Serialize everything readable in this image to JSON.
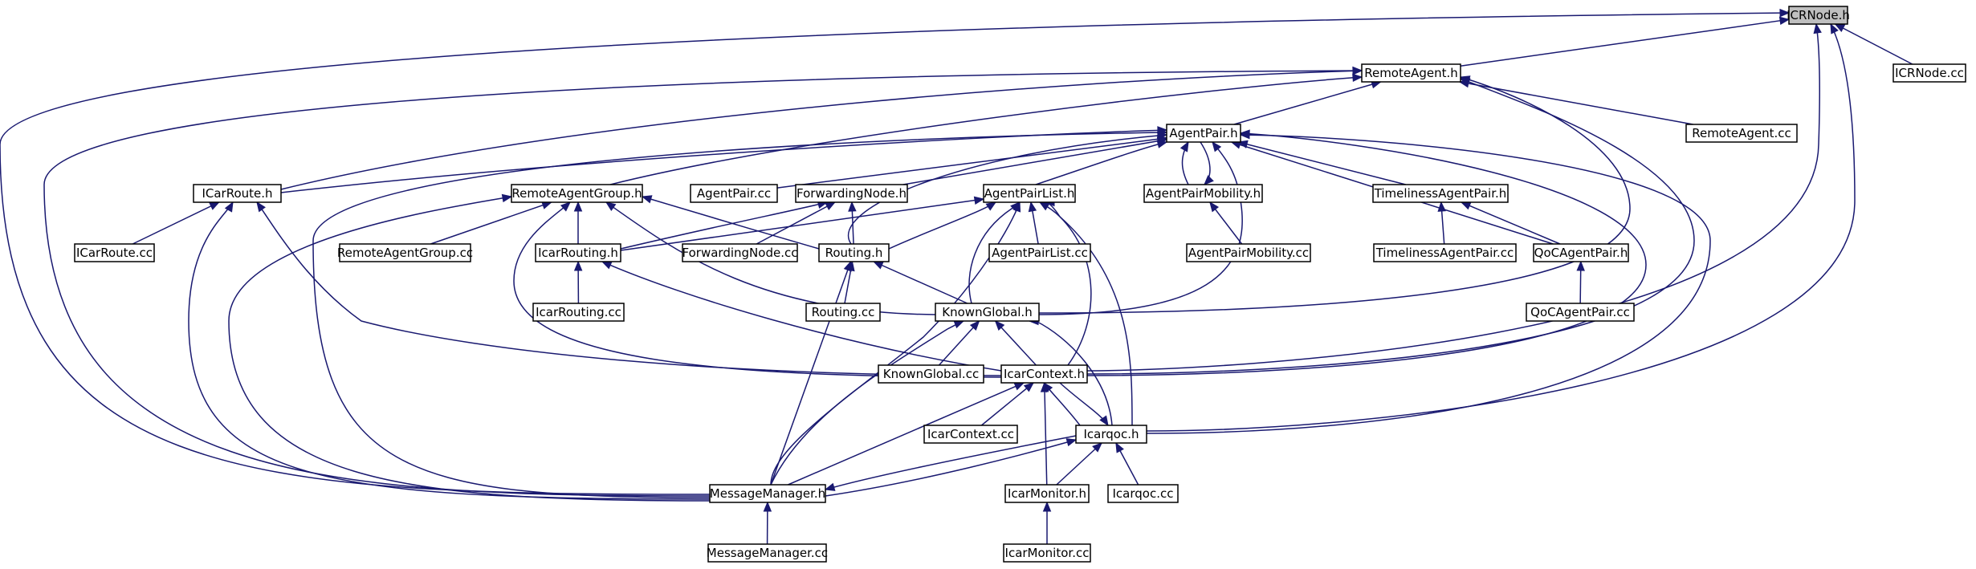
{
  "diagram": {
    "colors": {
      "edge": "#191970",
      "node_border": "#000000",
      "root_fill": "#bfbfbf",
      "node_fill": "#ffffff"
    },
    "nodes": [
      {
        "id": "icrnode_h",
        "label": "ICRNode.h",
        "root": true
      },
      {
        "id": "remoteagent_h",
        "label": "RemoteAgent.h"
      },
      {
        "id": "icrnode_cc",
        "label": "ICRNode.cc"
      },
      {
        "id": "agentpair_h",
        "label": "AgentPair.h"
      },
      {
        "id": "remoteagent_cc",
        "label": "RemoteAgent.cc"
      },
      {
        "id": "icarroute_h",
        "label": "ICarRoute.h"
      },
      {
        "id": "remoteagentgroup_h",
        "label": "RemoteAgentGroup.h"
      },
      {
        "id": "agentpair_cc",
        "label": "AgentPair.cc"
      },
      {
        "id": "forwardingnode_h",
        "label": "ForwardingNode.h"
      },
      {
        "id": "agentpairlist_h",
        "label": "AgentPairList.h"
      },
      {
        "id": "agentpairmobility_h",
        "label": "AgentPairMobility.h"
      },
      {
        "id": "timelinessagentpair_h",
        "label": "TimelinessAgentPair.h"
      },
      {
        "id": "icarroute_cc",
        "label": "ICarRoute.cc"
      },
      {
        "id": "remoteagentgroup_cc",
        "label": "RemoteAgentGroup.cc"
      },
      {
        "id": "icarrouting_h",
        "label": "IcarRouting.h"
      },
      {
        "id": "forwardingnode_cc",
        "label": "ForwardingNode.cc"
      },
      {
        "id": "routing_h",
        "label": "Routing.h"
      },
      {
        "id": "agentpairlist_cc",
        "label": "AgentPairList.cc"
      },
      {
        "id": "agentpairmobility_cc",
        "label": "AgentPairMobility.cc"
      },
      {
        "id": "timelinessagentpair_cc",
        "label": "TimelinessAgentPair.cc"
      },
      {
        "id": "qocagentpair_h",
        "label": "QoCAgentPair.h"
      },
      {
        "id": "icarrouting_cc",
        "label": "IcarRouting.cc"
      },
      {
        "id": "routing_cc",
        "label": "Routing.cc"
      },
      {
        "id": "knownglobal_h",
        "label": "KnownGlobal.h"
      },
      {
        "id": "qocagentpair_cc",
        "label": "QoCAgentPair.cc"
      },
      {
        "id": "knownglobal_cc",
        "label": "KnownGlobal.cc"
      },
      {
        "id": "icarcontext_h",
        "label": "IcarContext.h"
      },
      {
        "id": "icarcontext_cc",
        "label": "IcarContext.cc"
      },
      {
        "id": "icarqoc_h",
        "label": "Icarqoc.h"
      },
      {
        "id": "messagemanager_h",
        "label": "MessageManager.h"
      },
      {
        "id": "icarmonitor_h",
        "label": "IcarMonitor.h"
      },
      {
        "id": "icarqoc_cc",
        "label": "Icarqoc.cc"
      },
      {
        "id": "messagemanager_cc",
        "label": "MessageManager.cc"
      },
      {
        "id": "icarmonitor_cc",
        "label": "IcarMonitor.cc"
      }
    ],
    "edges": [
      [
        "remoteagent_h",
        "icrnode_h"
      ],
      [
        "icrnode_cc",
        "icrnode_h"
      ],
      [
        "icarcontext_h",
        "icrnode_h"
      ],
      [
        "icarqoc_h",
        "icrnode_h"
      ],
      [
        "messagemanager_h",
        "icrnode_h"
      ],
      [
        "agentpair_h",
        "remoteagent_h"
      ],
      [
        "remoteagent_cc",
        "remoteagent_h"
      ],
      [
        "icarroute_h",
        "remoteagent_h"
      ],
      [
        "remoteagentgroup_h",
        "remoteagent_h"
      ],
      [
        "messagemanager_h",
        "remoteagent_h"
      ],
      [
        "knownglobal_h",
        "remoteagent_h"
      ],
      [
        "icarcontext_h",
        "remoteagent_h"
      ],
      [
        "icarroute_h",
        "agentpair_h"
      ],
      [
        "agentpair_cc",
        "agentpair_h"
      ],
      [
        "forwardingnode_h",
        "agentpair_h"
      ],
      [
        "agentpairlist_h",
        "agentpair_h"
      ],
      [
        "agentpairmobility_h",
        "agentpair_h"
      ],
      [
        "agentpair_h",
        "agentpairmobility_h"
      ],
      [
        "timelinessagentpair_h",
        "agentpair_h"
      ],
      [
        "qocagentpair_h",
        "agentpair_h"
      ],
      [
        "routing_h",
        "agentpair_h"
      ],
      [
        "knownglobal_h",
        "agentpair_h"
      ],
      [
        "icarcontext_h",
        "agentpair_h"
      ],
      [
        "icarqoc_h",
        "agentpair_h"
      ],
      [
        "messagemanager_h",
        "agentpair_h"
      ],
      [
        "icarroute_cc",
        "icarroute_h"
      ],
      [
        "messagemanager_h",
        "icarroute_h"
      ],
      [
        "icarcontext_h",
        "icarroute_h"
      ],
      [
        "remoteagentgroup_cc",
        "remoteagentgroup_h"
      ],
      [
        "icarrouting_h",
        "remoteagentgroup_h"
      ],
      [
        "routing_h",
        "remoteagentgroup_h"
      ],
      [
        "knownglobal_h",
        "remoteagentgroup_h"
      ],
      [
        "icarcontext_h",
        "remoteagentgroup_h"
      ],
      [
        "messagemanager_h",
        "remoteagentgroup_h"
      ],
      [
        "forwardingnode_cc",
        "forwardingnode_h"
      ],
      [
        "routing_h",
        "forwardingnode_h"
      ],
      [
        "icarrouting_h",
        "forwardingnode_h"
      ],
      [
        "agentpairlist_cc",
        "agentpairlist_h"
      ],
      [
        "routing_h",
        "agentpairlist_h"
      ],
      [
        "icarrouting_h",
        "agentpairlist_h"
      ],
      [
        "knownglobal_h",
        "agentpairlist_h"
      ],
      [
        "icarcontext_h",
        "agentpairlist_h"
      ],
      [
        "icarqoc_h",
        "agentpairlist_h"
      ],
      [
        "messagemanager_h",
        "agentpairlist_h"
      ],
      [
        "agentpairmobility_cc",
        "agentpairmobility_h"
      ],
      [
        "timelinessagentpair_cc",
        "timelinessagentpair_h"
      ],
      [
        "qocagentpair_h",
        "timelinessagentpair_h"
      ],
      [
        "qocagentpair_cc",
        "qocagentpair_h"
      ],
      [
        "icarrouting_cc",
        "icarrouting_h"
      ],
      [
        "icarcontext_h",
        "icarrouting_h"
      ],
      [
        "routing_cc",
        "routing_h"
      ],
      [
        "knownglobal_h",
        "routing_h"
      ],
      [
        "messagemanager_h",
        "routing_h"
      ],
      [
        "knownglobal_cc",
        "knownglobal_h"
      ],
      [
        "icarcontext_h",
        "knownglobal_h"
      ],
      [
        "icarqoc_h",
        "knownglobal_h"
      ],
      [
        "messagemanager_h",
        "knownglobal_h"
      ],
      [
        "icarcontext_cc",
        "icarcontext_h"
      ],
      [
        "icarqoc_h",
        "icarcontext_h"
      ],
      [
        "icarcontext_h",
        "icarqoc_h"
      ],
      [
        "icarmonitor_h",
        "icarcontext_h"
      ],
      [
        "messagemanager_h",
        "icarcontext_h"
      ],
      [
        "icarmonitor_h",
        "icarqoc_h"
      ],
      [
        "icarqoc_cc",
        "icarqoc_h"
      ],
      [
        "messagemanager_h",
        "icarqoc_h"
      ],
      [
        "icarqoc_h",
        "messagemanager_h"
      ],
      [
        "messagemanager_cc",
        "messagemanager_h"
      ],
      [
        "icarmonitor_cc",
        "icarmonitor_h"
      ]
    ]
  }
}
